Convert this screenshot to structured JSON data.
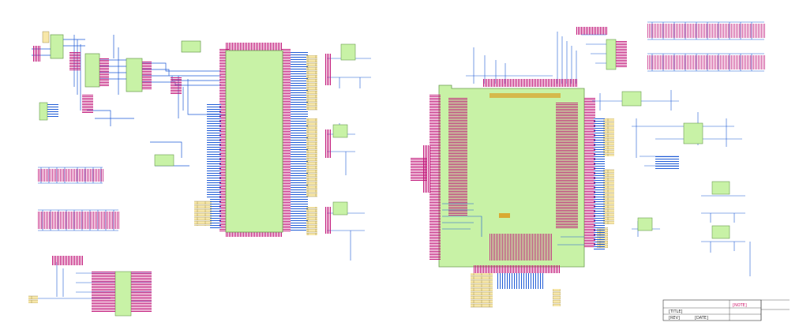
{
  "sheets": [
    {
      "id": "left-schematic"
    },
    {
      "id": "right-schematic"
    }
  ],
  "title_block": {
    "field_a": "[TITLE]",
    "field_b": "[NOTE]",
    "field_c": "[REV]",
    "field_d": "[DATE]"
  },
  "colors": {
    "wire": "#1f5bd6",
    "pin": "#c2187a",
    "chip_fill": "#c8f2a6",
    "chip_stroke": "#6c9c53",
    "label": "#e08a00",
    "connector_fill": "#f7e7a9",
    "ink": "#333333"
  }
}
